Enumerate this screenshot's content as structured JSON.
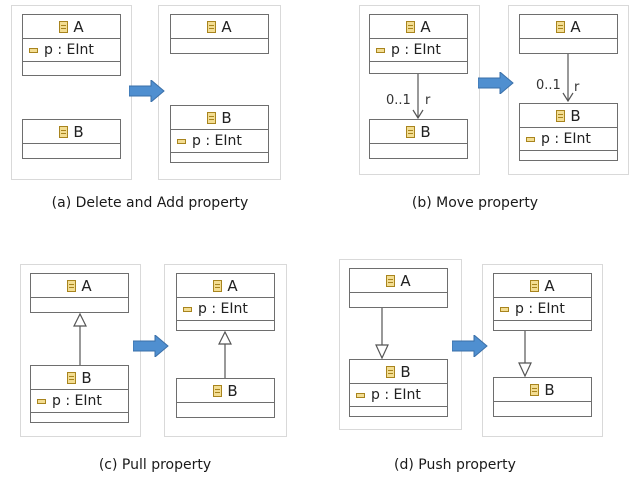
{
  "colors": {
    "arrow": "#4f8fd0",
    "arrow_edge": "#3a6fa8",
    "class_fill": "#ffffff",
    "class_border": "#6e6e6e",
    "icon": "#f3dd92"
  },
  "icons": {
    "class": "class-icon",
    "attribute": "attribute-icon",
    "transform": "right-arrow-icon"
  },
  "a": {
    "caption": "(a) Delete and Add property",
    "before": {
      "class_a": "A",
      "attr_a": "p : EInt",
      "class_b": "B"
    },
    "after": {
      "class_a": "A",
      "class_b": "B",
      "attr_b": "p : EInt"
    }
  },
  "b": {
    "caption": "(b) Move property",
    "before": {
      "class_a": "A",
      "attr_a": "p : EInt",
      "class_b": "B",
      "multiplicity": "0..1",
      "role": "r"
    },
    "after": {
      "class_a": "A",
      "class_b": "B",
      "attr_b": "p : EInt",
      "multiplicity": "0..1",
      "role": "r"
    }
  },
  "c": {
    "caption": "(c) Pull property",
    "before": {
      "class_a": "A",
      "class_b": "B",
      "attr_b": "p : EInt"
    },
    "after": {
      "class_a": "A",
      "attr_a": "p : EInt",
      "class_b": "B"
    }
  },
  "d": {
    "caption": "(d) Push property",
    "before": {
      "class_a": "A",
      "class_b": "B",
      "attr_b": "p : EInt"
    },
    "after": {
      "class_a": "A",
      "attr_a": "p : EInt",
      "class_b": "B"
    }
  }
}
